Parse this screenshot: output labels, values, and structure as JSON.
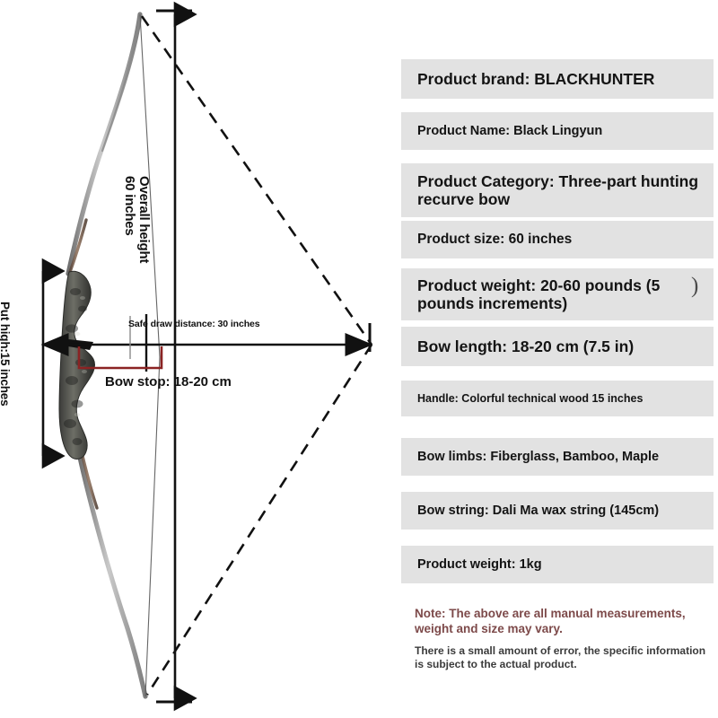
{
  "diagram": {
    "labels": {
      "overall_height_line1": "Overall height",
      "overall_height_line2": "60 inches",
      "put_high": "Put high:15 inches",
      "safe_draw": "Safe draw distance: 30 inches",
      "bow_stop": "Bow stop: 18-20 cm"
    },
    "colors": {
      "bracket_red": "#8b2323",
      "limb_gray": "#9a9a9a",
      "riser_dark": "#4a4a48",
      "dimension_black": "#111111"
    }
  },
  "specs": {
    "rows": [
      {
        "text": "Product brand: BLACKHUNTER"
      },
      {
        "text": "Product Name: Black Lingyun"
      },
      {
        "text": "Product Category: Three-part hunting recurve bow"
      },
      {
        "text": "Product size: 60 inches"
      },
      {
        "text": "Product weight: 20-60 pounds (5 pounds increments)"
      },
      {
        "text": "Bow length: 18-20 cm (7.5 in)"
      },
      {
        "text": "Handle: Colorful technical wood 15 inches"
      },
      {
        "text": "Bow limbs: Fiberglass, Bamboo, Maple"
      },
      {
        "text": "Bow string: Dali Ma wax string (145cm)"
      },
      {
        "text": "Product weight:  1kg"
      }
    ],
    "stray_glyph": ")",
    "row_background": "#e2e2e2"
  },
  "note": {
    "main": "Note: The above are all manual measurements, weight and size may vary.",
    "sub": "There is a small amount of error, the specific information is subject to the actual product.",
    "main_color": "#7d4a4a"
  }
}
